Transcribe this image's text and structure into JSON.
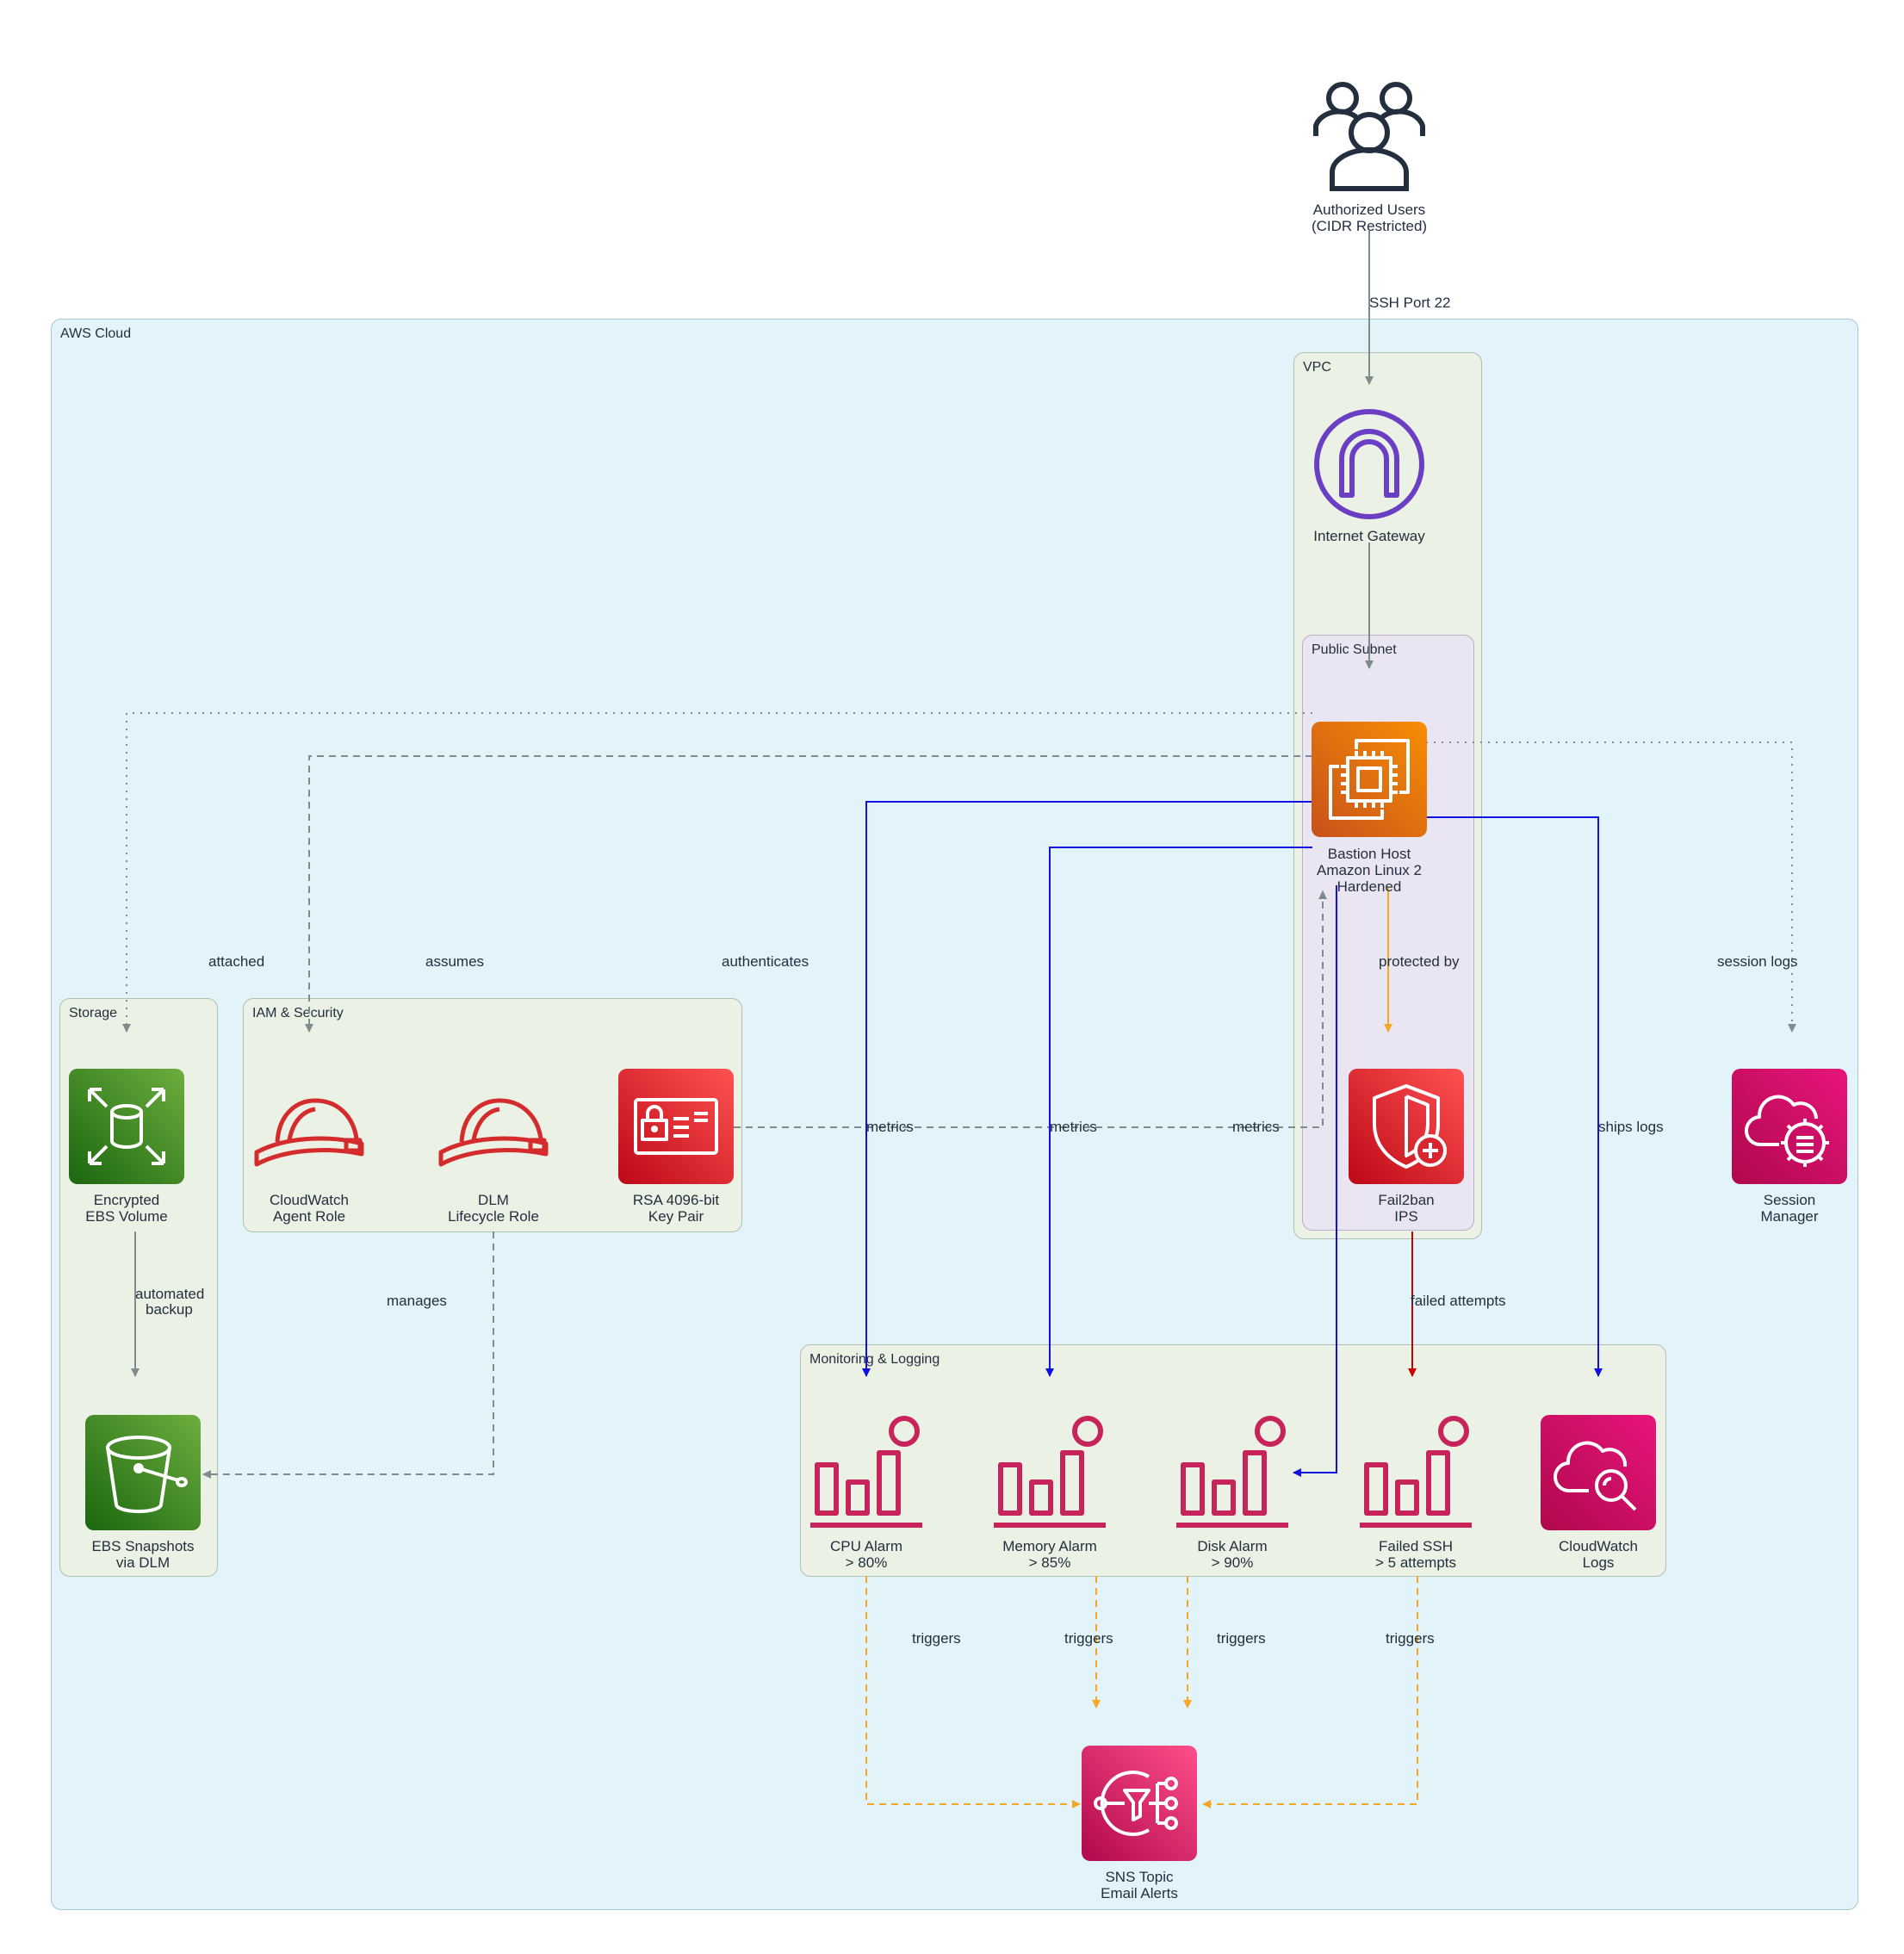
{
  "colors": {
    "cloud_bg": "#e2f3fa",
    "group_bg": "#ebf1e4",
    "subnet_bg": "#eae5f3",
    "compute": "#e8760c",
    "security": "#dd2b30",
    "storage": "#3f8624",
    "management": "#d01c5b",
    "network": "#6b3fc4",
    "edge_gray": "#7f8c8d",
    "edge_blue": "#1010e0",
    "edge_orange": "#f5a623",
    "edge_red": "#cc0000"
  },
  "clusters": {
    "aws_cloud": "AWS Cloud",
    "vpc": "VPC",
    "public_subnet": "Public Subnet",
    "storage": "Storage",
    "iam_security": "IAM & Security",
    "monitoring": "Monitoring & Logging"
  },
  "nodes": {
    "users": {
      "line1": "Authorized Users",
      "line2": "(CIDR Restricted)",
      "icon": "users-icon"
    },
    "igw": {
      "line1": "Internet Gateway",
      "line2": "",
      "icon": "internet-gateway-icon"
    },
    "bastion": {
      "line1": "Bastion Host",
      "line2": "Amazon Linux 2",
      "line3": "Hardened",
      "icon": "ec2-instance-icon"
    },
    "fail2ban": {
      "line1": "Fail2ban",
      "line2": "IPS",
      "icon": "shield-icon"
    },
    "session_manager": {
      "line1": "Session",
      "line2": "Manager",
      "icon": "session-manager-icon"
    },
    "ebs_volume": {
      "line1": "Encrypted",
      "line2": "EBS Volume",
      "icon": "ebs-volume-icon"
    },
    "ebs_snapshots": {
      "line1": "EBS Snapshots",
      "line2": "via DLM",
      "icon": "bucket-icon"
    },
    "cw_agent_role": {
      "line1": "CloudWatch",
      "line2": "Agent Role",
      "icon": "hardhat-icon"
    },
    "dlm_role": {
      "line1": "DLM",
      "line2": "Lifecycle Role",
      "icon": "hardhat-icon"
    },
    "key_pair": {
      "line1": "RSA 4096-bit",
      "line2": "Key Pair",
      "icon": "key-pair-icon"
    },
    "cpu_alarm": {
      "line1": "CPU Alarm",
      "line2": "> 80%",
      "icon": "alarm-icon"
    },
    "memory_alarm": {
      "line1": "Memory Alarm",
      "line2": "> 85%",
      "icon": "alarm-icon"
    },
    "disk_alarm": {
      "line1": "Disk Alarm",
      "line2": "> 90%",
      "icon": "alarm-icon"
    },
    "failed_ssh": {
      "line1": "Failed SSH",
      "line2": "> 5 attempts",
      "icon": "alarm-icon"
    },
    "cw_logs": {
      "line1": "CloudWatch",
      "line2": "Logs",
      "icon": "cloudwatch-logs-icon"
    },
    "sns": {
      "line1": "SNS Topic",
      "line2": "Email Alerts",
      "icon": "sns-icon"
    }
  },
  "edges": {
    "ssh": "SSH Port 22",
    "attached": "attached",
    "assumes": "assumes",
    "authenticates": "authenticates",
    "protected_by": "protected by",
    "session_logs": "session logs",
    "metrics1": "metrics",
    "metrics2": "metrics",
    "metrics3": "metrics",
    "ships_logs": "ships logs",
    "automated": "automated",
    "backup": "backup",
    "manages": "manages",
    "failed_attempts": "failed attempts",
    "triggers1": "triggers",
    "triggers2": "triggers",
    "triggers3": "triggers",
    "triggers4": "triggers"
  }
}
